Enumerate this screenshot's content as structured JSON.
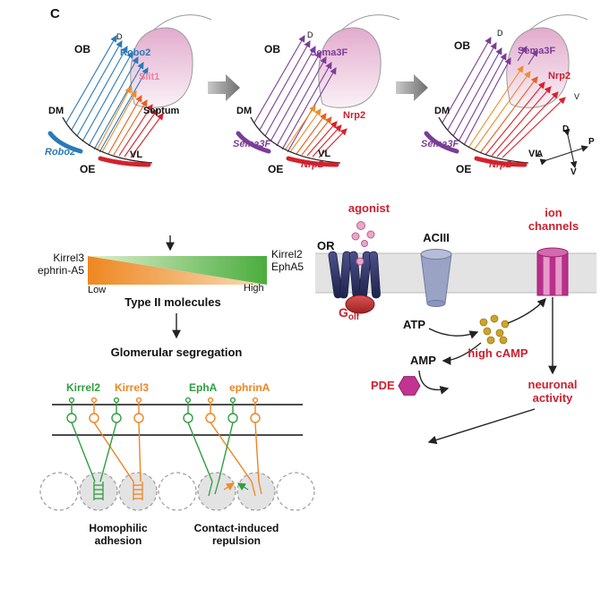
{
  "colors": {
    "red": "#cc2030",
    "purple": "#7b3d96",
    "blue": "#2a7ab8",
    "pink": "#ee7fa0",
    "orange": "#ef8422",
    "green": "#2f9e41",
    "magenta": "#c13591",
    "navy": "#2e3367"
  },
  "panel_c": {
    "corner": "C",
    "p1": {
      "ob": "OB",
      "d": "D",
      "robo2_bulb": "Robo2",
      "slit1": "Slit1",
      "septum": "Septum",
      "dm": "DM",
      "robo2_oe": "Robo2",
      "vl": "VL",
      "oe": "OE"
    },
    "p2": {
      "ob": "OB",
      "d": "D",
      "sema3f_bulb": "Sema3F",
      "dm": "DM",
      "nrp2_mid": "Nrp2",
      "sema3f_oe": "Sema3F",
      "nrp2_oe": "Nrp2",
      "vl": "VL",
      "oe": "OE"
    },
    "p3": {
      "ob": "OB",
      "d": "D",
      "sema3f_bulb": "Sema3F",
      "nrp2_bulb": "Nrp2",
      "v": "V",
      "dm": "DM",
      "sema3f_oe": "Sema3F",
      "nrp2_oe": "Nrp2",
      "vl": "VL",
      "oe": "OE",
      "compass": {
        "d": "D",
        "v": "V",
        "a": "A",
        "p": "P"
      }
    }
  },
  "gradient": {
    "left1": "Kirrel3",
    "left2": "ephrin-A5",
    "right1": "Kirrel2",
    "right2": "EphA5",
    "low": "Low",
    "high": "High",
    "title": "Type II molecules"
  },
  "glomerular": {
    "title": "Glomerular segregation",
    "kirrel2": "Kirrel2",
    "kirrel3": "Kirrel3",
    "epha": "EphA",
    "ephrina": "ephrinA",
    "cap_left1": "Homophilic",
    "cap_left2": "adhesion",
    "cap_right1": "Contact-induced",
    "cap_right2": "repulsion"
  },
  "signaling": {
    "agonist": "agonist",
    "or": "OR",
    "golf_main": "G",
    "golf_sub": "olf",
    "aciii": "ACIII",
    "atp": "ATP",
    "high_camp": "high cAMP",
    "ion1": "ion",
    "ion2": "channels",
    "amp": "AMP",
    "pde": "PDE",
    "neuro1": "neuronal",
    "neuro2": "activity"
  }
}
